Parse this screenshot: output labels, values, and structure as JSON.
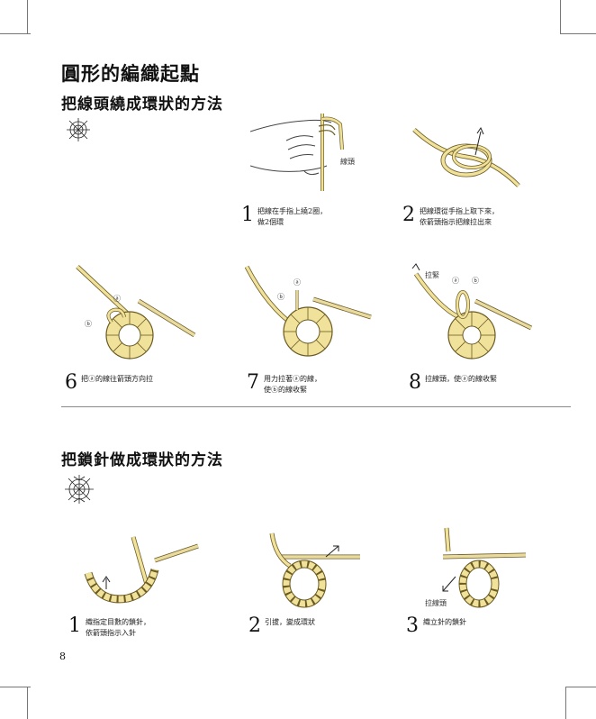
{
  "page": {
    "title": "圓形的編織起點",
    "page_number": "8"
  },
  "section1": {
    "heading": "把線頭繞成環狀的方法",
    "steps": [
      {
        "num": "1",
        "line1": "把線在手指上繞2圈，",
        "line2": "做2個環",
        "tags": [
          "線頭"
        ]
      },
      {
        "num": "2",
        "line1": "把線環從手指上取下來，",
        "line2": "依箭頭指示把線拉出來",
        "tags": []
      },
      {
        "num": "6",
        "line1": "把ⓐ的線往箭頭方向拉",
        "line2": "",
        "tags": [
          "ⓐ",
          "ⓑ"
        ]
      },
      {
        "num": "7",
        "line1": "用力拉著ⓐ的線，",
        "line2": "使ⓑ的線收緊",
        "tags": [
          "ⓐ",
          "ⓑ"
        ]
      },
      {
        "num": "8",
        "line1": "拉線頭，使ⓐ的線收緊",
        "line2": "",
        "tags": [
          "拉緊",
          "ⓐ",
          "ⓑ"
        ]
      }
    ]
  },
  "section2": {
    "heading": "把鎖針做成環狀的方法",
    "steps": [
      {
        "num": "1",
        "line1": "織指定目數的鎖針，",
        "line2": "依箭頭指示入針"
      },
      {
        "num": "2",
        "line1": "引拔，變成環狀",
        "line2": ""
      },
      {
        "num": "3",
        "line1": "織立針的鎖針",
        "line2": "",
        "tags": [
          "拉線頭"
        ]
      }
    ]
  },
  "colors": {
    "yarn": "#f0e29a",
    "yarn_outline": "#6b5a22",
    "hook": "#e9dba0",
    "text": "#111111"
  },
  "icons": [
    "snowflake-motif-icon",
    "snowflake-motif-icon"
  ]
}
